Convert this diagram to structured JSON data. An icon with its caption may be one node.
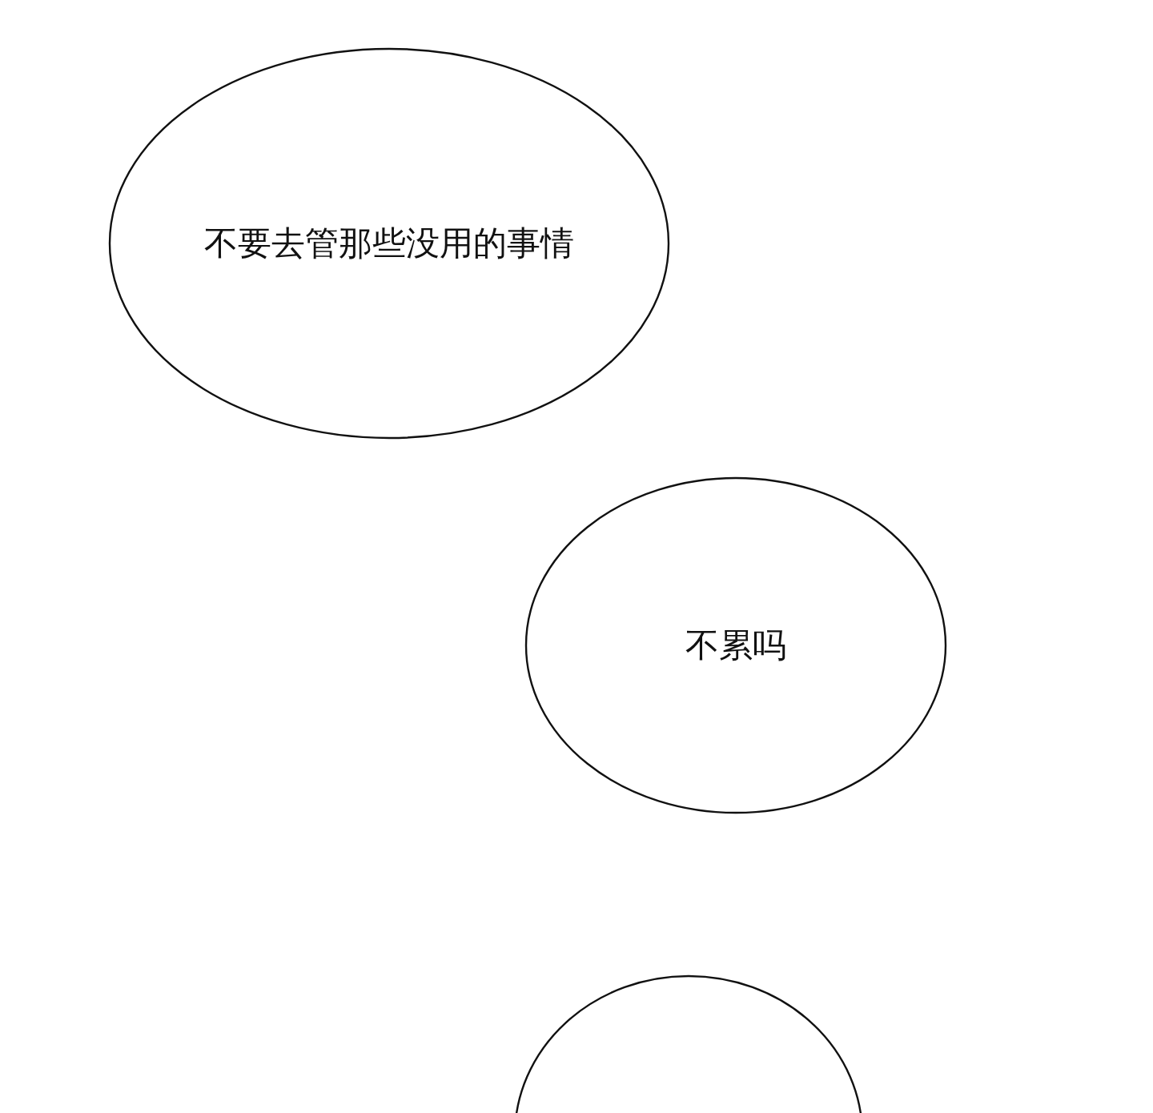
{
  "diagram": {
    "nodes": [
      {
        "text": [
          "不要去管那些没用的事情"
        ]
      },
      {
        "text": [
          "不累吗"
        ]
      },
      {
        "text": [],
        "shape": "ellipse"
      }
    ]
  }
}
